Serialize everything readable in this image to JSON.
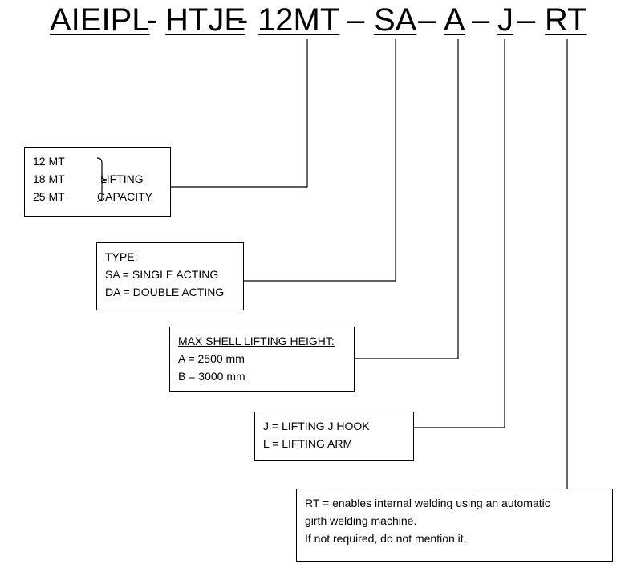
{
  "code": {
    "part1": "AIEIPL",
    "sep1": "-",
    "part2": "HTJE",
    "sep2": "-",
    "part3": "12MT",
    "sep3": "–",
    "part4": "SA",
    "sep4": "–",
    "part5": "A",
    "sep5": "–",
    "part6": "J",
    "sep6": "–",
    "part7": "RT"
  },
  "capacity_box": {
    "options": [
      "12 MT",
      "18 MT",
      "25 MT"
    ],
    "label_line1": "LIFTING",
    "label_line2": "CAPACITY"
  },
  "type_box": {
    "heading": "TYPE:",
    "line1": "SA = SINGLE ACTING",
    "line2": "DA = DOUBLE  ACTING"
  },
  "height_box": {
    "heading": "MAX SHELL LIFTING HEIGHT:",
    "line1": "A = 2500 mm",
    "line2": "B = 3000 mm"
  },
  "hook_box": {
    "line1": "J = LIFTING J HOOK",
    "line2": "L = LIFTING ARM"
  },
  "rt_box": {
    "line1": "RT = enables internal welding using an automatic",
    "line2": "girth welding machine.",
    "line3": "If not required,  do not mention it."
  }
}
